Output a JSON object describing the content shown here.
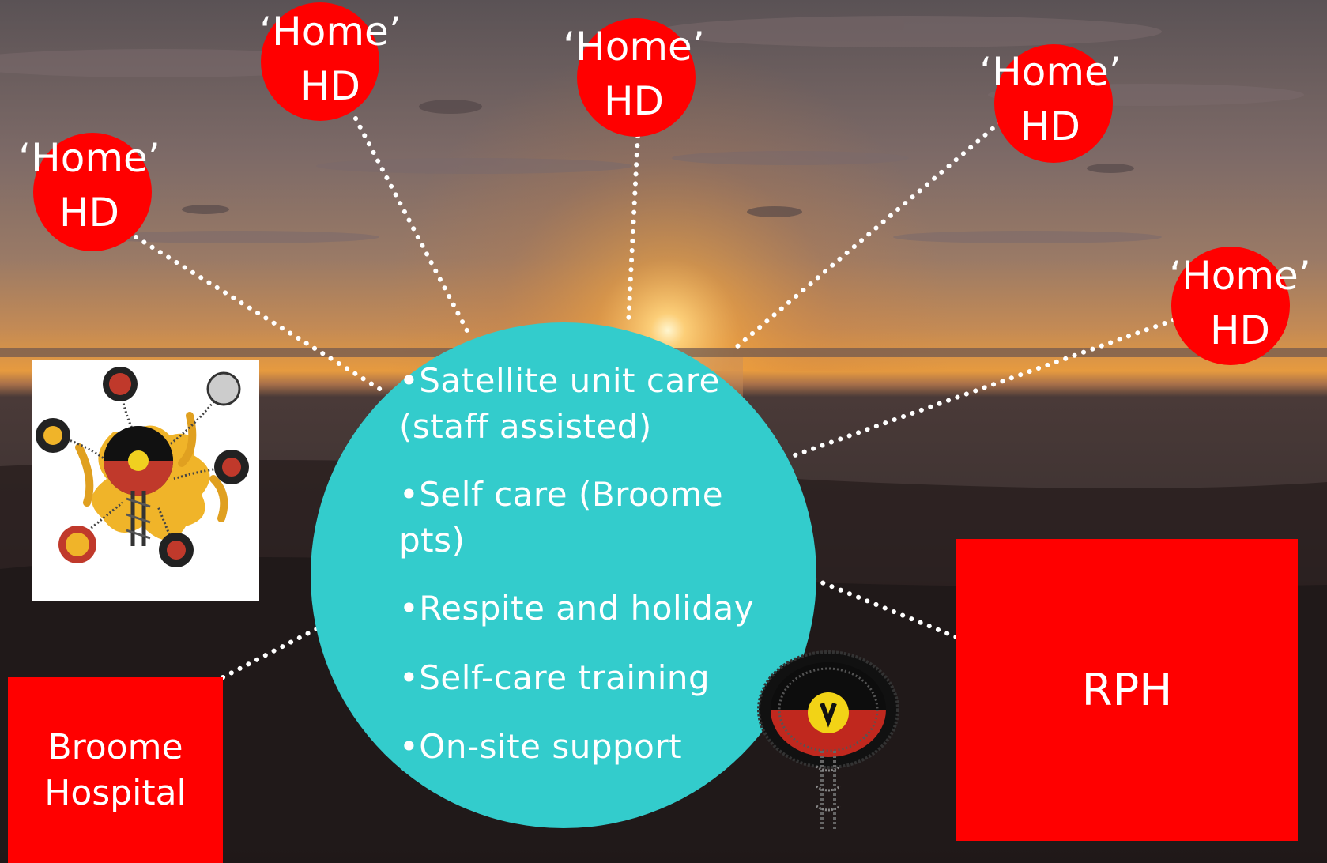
{
  "background": {
    "sky_top": "#5e5558",
    "sky_mid": "#8a6a5c",
    "horizon_glow": "#f1a23a",
    "sun_color": "#fff3c8",
    "sea_color": "#3d3131",
    "land_color": "#1f1717"
  },
  "home_nodes": [
    {
      "line1": "‘Home’",
      "line2": "HD"
    },
    {
      "line1": "‘Home’",
      "line2": "HD"
    },
    {
      "line1": "‘Home’",
      "line2": "HD"
    },
    {
      "line1": "‘Home’",
      "line2": "HD"
    },
    {
      "line1": "‘Home’",
      "line2": "HD"
    }
  ],
  "hub": {
    "color": "#33cccc",
    "items": [
      "•Satellite unit care (staff assisted)",
      "•Self care (Broome pts)",
      "•Respite and holiday",
      "•Self-care training",
      "•On-site support"
    ]
  },
  "rph": {
    "label": "RPH"
  },
  "broome_hospital": {
    "line1": "Broome",
    "line2": "Hospital"
  },
  "colors": {
    "node_red": "#ff0000",
    "text": "#ffffff",
    "connector": "#ffffff"
  },
  "icons": {
    "logo_card": "kidney-network-logo-icon",
    "emblem": "kidney-emblem-icon"
  }
}
